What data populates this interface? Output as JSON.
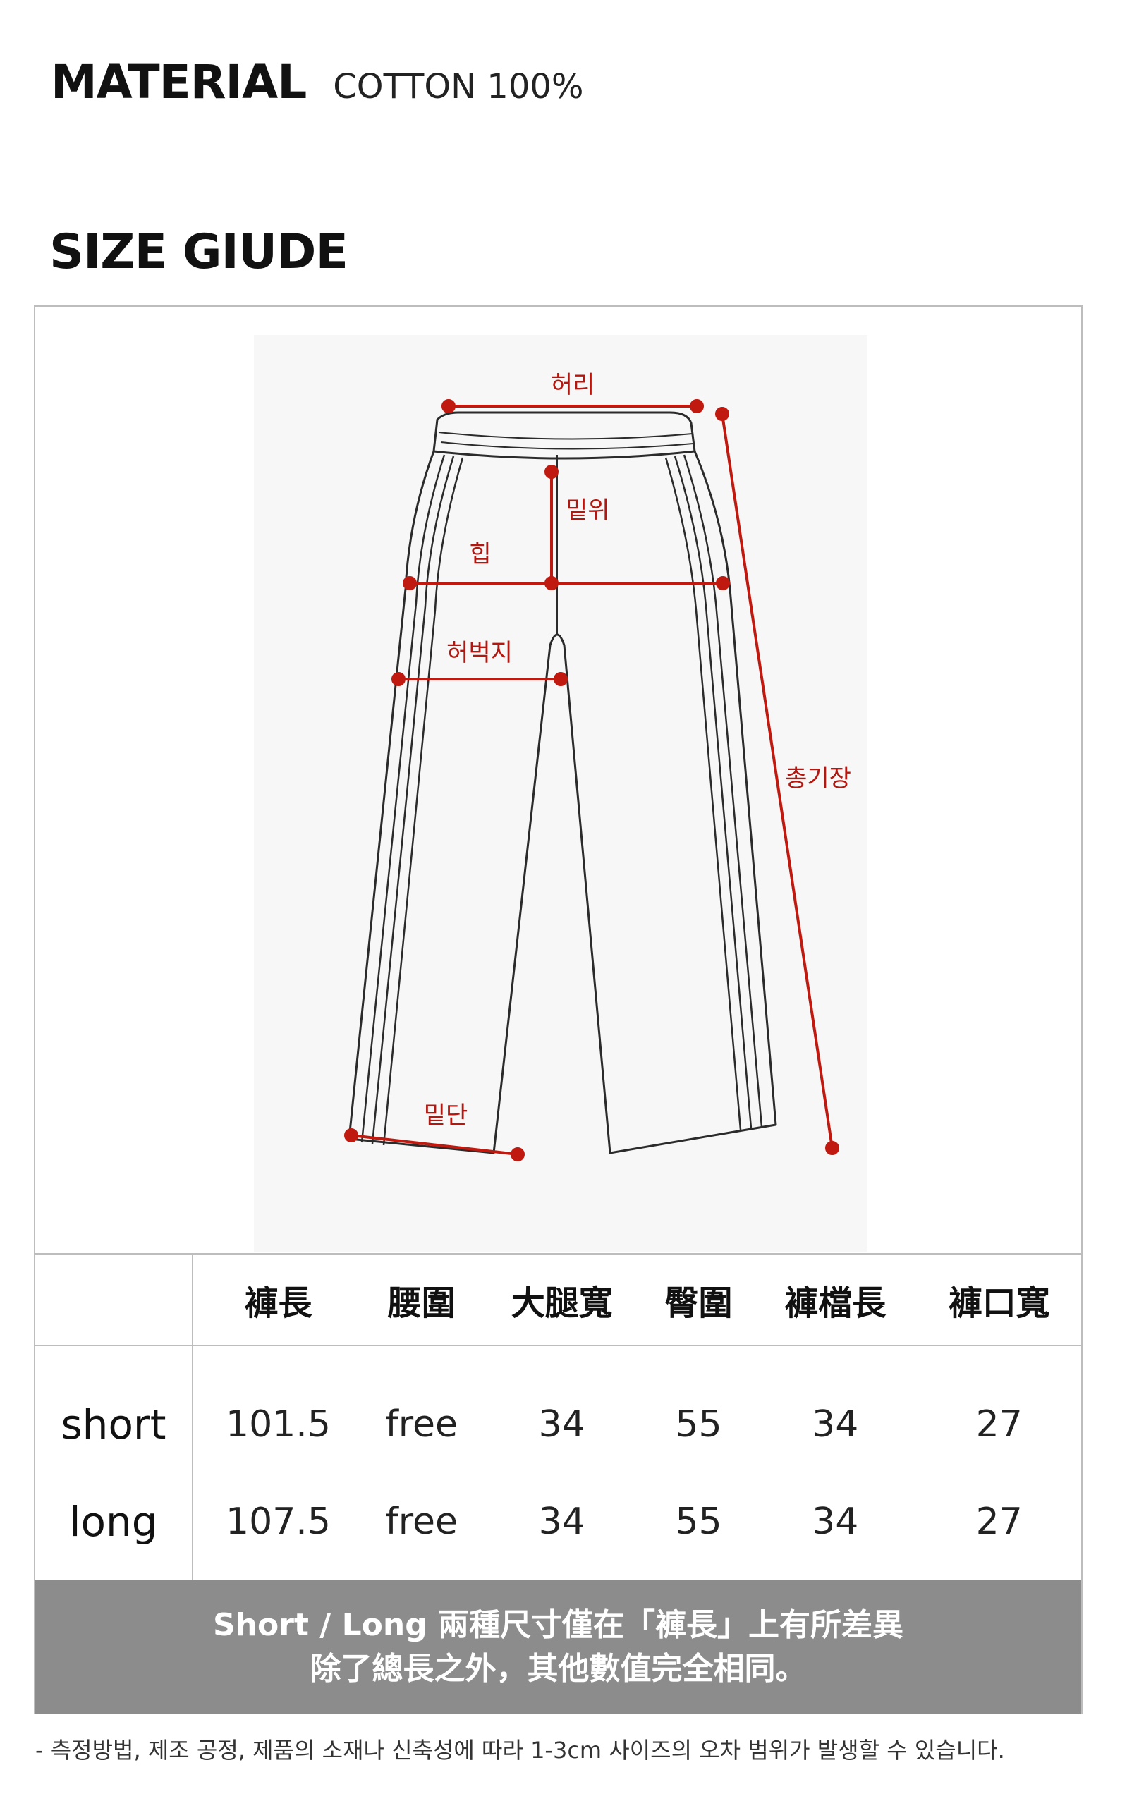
{
  "material": {
    "title": "MATERIAL",
    "value": "COTTON 100%"
  },
  "size_guide": {
    "title": "SIZE GIUDE"
  },
  "diagram": {
    "labels": {
      "waist": "허리",
      "rise": "밑위",
      "hip": "힙",
      "thigh": "허벅지",
      "total_length": "총기장",
      "hem": "밑단"
    },
    "measure_color": "#c01a10"
  },
  "table": {
    "headers": [
      "褲長",
      "腰圍",
      "大腿寬",
      "臀圍",
      "褲檔長",
      "褲口寬"
    ],
    "rows": [
      {
        "label": "short",
        "values": [
          "101.5",
          "free",
          "34",
          "55",
          "34",
          "27"
        ]
      },
      {
        "label": "long",
        "values": [
          "107.5",
          "free",
          "34",
          "55",
          "34",
          "27"
        ]
      }
    ]
  },
  "notice": {
    "line1": "Short / Long 兩種尺寸僅在「褲長」上有所差異",
    "line2": "除了總長之外，其他數值完全相同。"
  },
  "footnote": "- 측정방법, 제조 공정, 제품의 소재나 신축성에 따라 1-3cm 사이즈의 오차 범위가 발생할 수 있습니다."
}
